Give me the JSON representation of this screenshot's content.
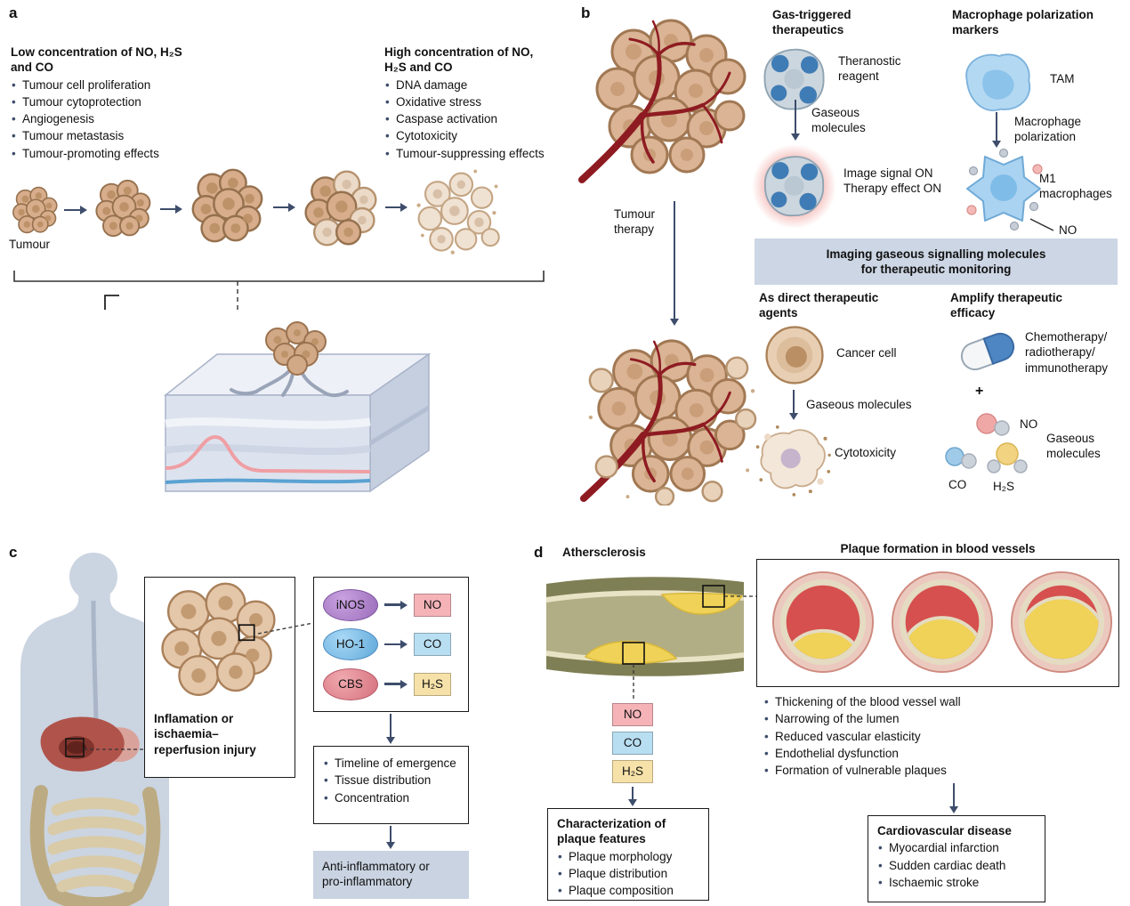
{
  "colors": {
    "arrow": "#3e4d6b",
    "banner_bg": "#ccd6e4",
    "filled_box_bg": "#c9d3e1",
    "no_bg": "#f5b3b8",
    "co_bg": "#b8def2",
    "h2s_bg": "#f6e2a9",
    "vessel_red": "#8e1b22",
    "plaque_yellow": "#efd257"
  },
  "panel_a": {
    "label": "a",
    "low_title": "Low concentration of NO, H₂S and CO",
    "low_items": [
      "Tumour cell proliferation",
      "Tumour cytoprotection",
      "Angiogenesis",
      "Tumour metastasis",
      "Tumour-promoting effects"
    ],
    "high_title": "High concentration of NO, H₂S and CO",
    "high_items": [
      "DNA damage",
      "Oxidative stress",
      "Caspase activation",
      "Cytotoxicity",
      "Tumour-suppressing effects"
    ],
    "tumour_label": "Tumour"
  },
  "panel_b": {
    "label": "b",
    "gas_triggered_title": "Gas-triggered therapeutics",
    "theranostic_label": "Theranostic reagent",
    "gaseous_molecules_top": "Gaseous molecules",
    "signal_lines": [
      "Image signal ON",
      "Therapy effect ON"
    ],
    "macrophage_title": "Macrophage polarization markers",
    "tam_label": "TAM",
    "polarization_label": "Macrophage polarization",
    "m1_label": "M1 macrophages",
    "m1_gas": "NO",
    "banner_lines": [
      "Imaging gaseous signalling molecules",
      "for therapeutic monitoring"
    ],
    "tumour_therapy_label": "Tumour therapy",
    "direct_title": "As direct therapeutic agents",
    "cancer_cell_label": "Cancer cell",
    "gaseous_molecules_mid": "Gaseous molecules",
    "cytotoxicity_label": "Cytotoxicity",
    "amplify_title": "Amplify therapeutic efficacy",
    "chemo_lines": [
      "Chemotherapy/",
      "radiotherapy/",
      "immunotherapy"
    ],
    "plus": "+",
    "mol_no": "NO",
    "mol_co": "CO",
    "mol_h2s": "H₂S",
    "gaseous_molecules_bottom": "Gaseous molecules"
  },
  "panel_c": {
    "label": "c",
    "injury_lines": [
      "Inflamation or",
      "ischaemia–",
      "reperfusion injury"
    ],
    "enzymes": [
      {
        "enzyme": "iNOS",
        "gas": "NO"
      },
      {
        "enzyme": "HO-1",
        "gas": "CO"
      },
      {
        "enzyme": "CBS",
        "gas": "H₂S"
      }
    ],
    "assessment_items": [
      "Timeline of emergence",
      "Tissue distribution",
      "Concentration"
    ],
    "outcome_lines": [
      "Anti-inflammatory or",
      "pro-inflammatory"
    ]
  },
  "panel_d": {
    "label": "d",
    "atherosclerosis_title": "Athersclerosis",
    "gas_no": "NO",
    "gas_co": "CO",
    "gas_h2s": "H₂S",
    "characterization_title": "Characterization of plaque features",
    "characterization_items": [
      "Plaque morphology",
      "Plaque distribution",
      "Plaque composition"
    ],
    "plaque_title": "Plaque formation in blood vessels",
    "vessel_effects": [
      "Thickening of the blood vessel wall",
      "Narrowing of the lumen",
      "Reduced vascular elasticity",
      "Endothelial dysfunction",
      "Formation of vulnerable plaques"
    ],
    "cardio_title": "Cardiovascular disease",
    "cardio_items": [
      "Myocardial infarction",
      "Sudden cardiac death",
      "Ischaemic stroke"
    ]
  }
}
